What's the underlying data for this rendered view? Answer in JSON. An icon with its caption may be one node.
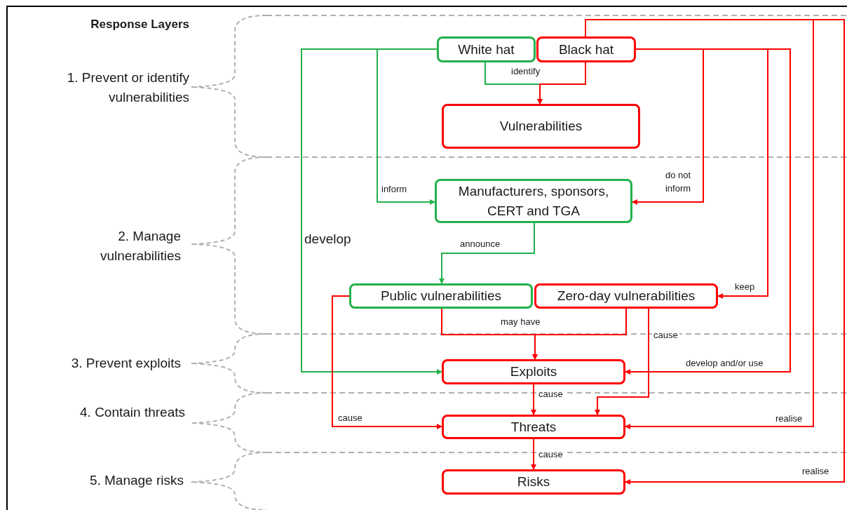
{
  "diagram": {
    "nodes": [
      {
        "text": [
          "White hat"
        ]
      },
      {
        "text": [
          "Black hat"
        ]
      },
      {
        "text": [
          "Vulnerabilities"
        ]
      },
      {
        "text": [
          "Manufacturers, sponsors, CERT and TGA"
        ]
      },
      {
        "text": [
          "Public vulnerabilities"
        ]
      },
      {
        "text": [
          "Zero-day  vulnerabilities"
        ]
      },
      {
        "text": [
          "Exploits"
        ]
      },
      {
        "text": [
          "Threats"
        ]
      },
      {
        "text": [
          "Risks"
        ]
      }
    ],
    "edges": [
      {
        "from": 0,
        "to": 2,
        "arrow": "to",
        "label": "identify",
        "color": "#22b14c"
      },
      {
        "from": 1,
        "to": 2,
        "arrow": "to"
      },
      {
        "from": 0,
        "to": 3,
        "arrow": "to",
        "label": "inform",
        "color": "#22b14c"
      },
      {
        "from": 0,
        "to": 6,
        "arrow": "to",
        "label": "develop",
        "color": "#22b14c"
      },
      {
        "from": 1,
        "to": 3,
        "arrow": "to",
        "label": "do not inform"
      },
      {
        "from": 1,
        "to": 5,
        "arrow": "to",
        "label": "keep"
      },
      {
        "from": 1,
        "to": 6,
        "arrow": "to",
        "label": "develop and/or use"
      },
      {
        "from": 1,
        "to": 7,
        "arrow": "to",
        "label": "realise"
      },
      {
        "from": 1,
        "to": 8,
        "arrow": "to",
        "label": "realise"
      },
      {
        "from": 3,
        "to": 4,
        "arrow": "to",
        "label": "announce",
        "color": "#22b14c"
      },
      {
        "from": 4,
        "to": 6,
        "arrow": "to",
        "label": "may have"
      },
      {
        "from": 5,
        "to": 6,
        "arrow": "to"
      },
      {
        "from": 5,
        "to": 7,
        "arrow": "to",
        "label": "cause"
      },
      {
        "from": 4,
        "to": 7,
        "arrow": "to",
        "label": "cause"
      },
      {
        "from": 6,
        "to": 7,
        "arrow": "to",
        "label": "cause"
      },
      {
        "from": 7,
        "to": 8,
        "arrow": "to",
        "label": "cause"
      }
    ],
    "labels": [
      "Response Layers",
      "1. Prevent or identify vulnerabilities",
      "2. Manage vulnerabilities",
      "3. Prevent  exploits",
      "4. Contain threats",
      "5. Manage risks"
    ]
  }
}
